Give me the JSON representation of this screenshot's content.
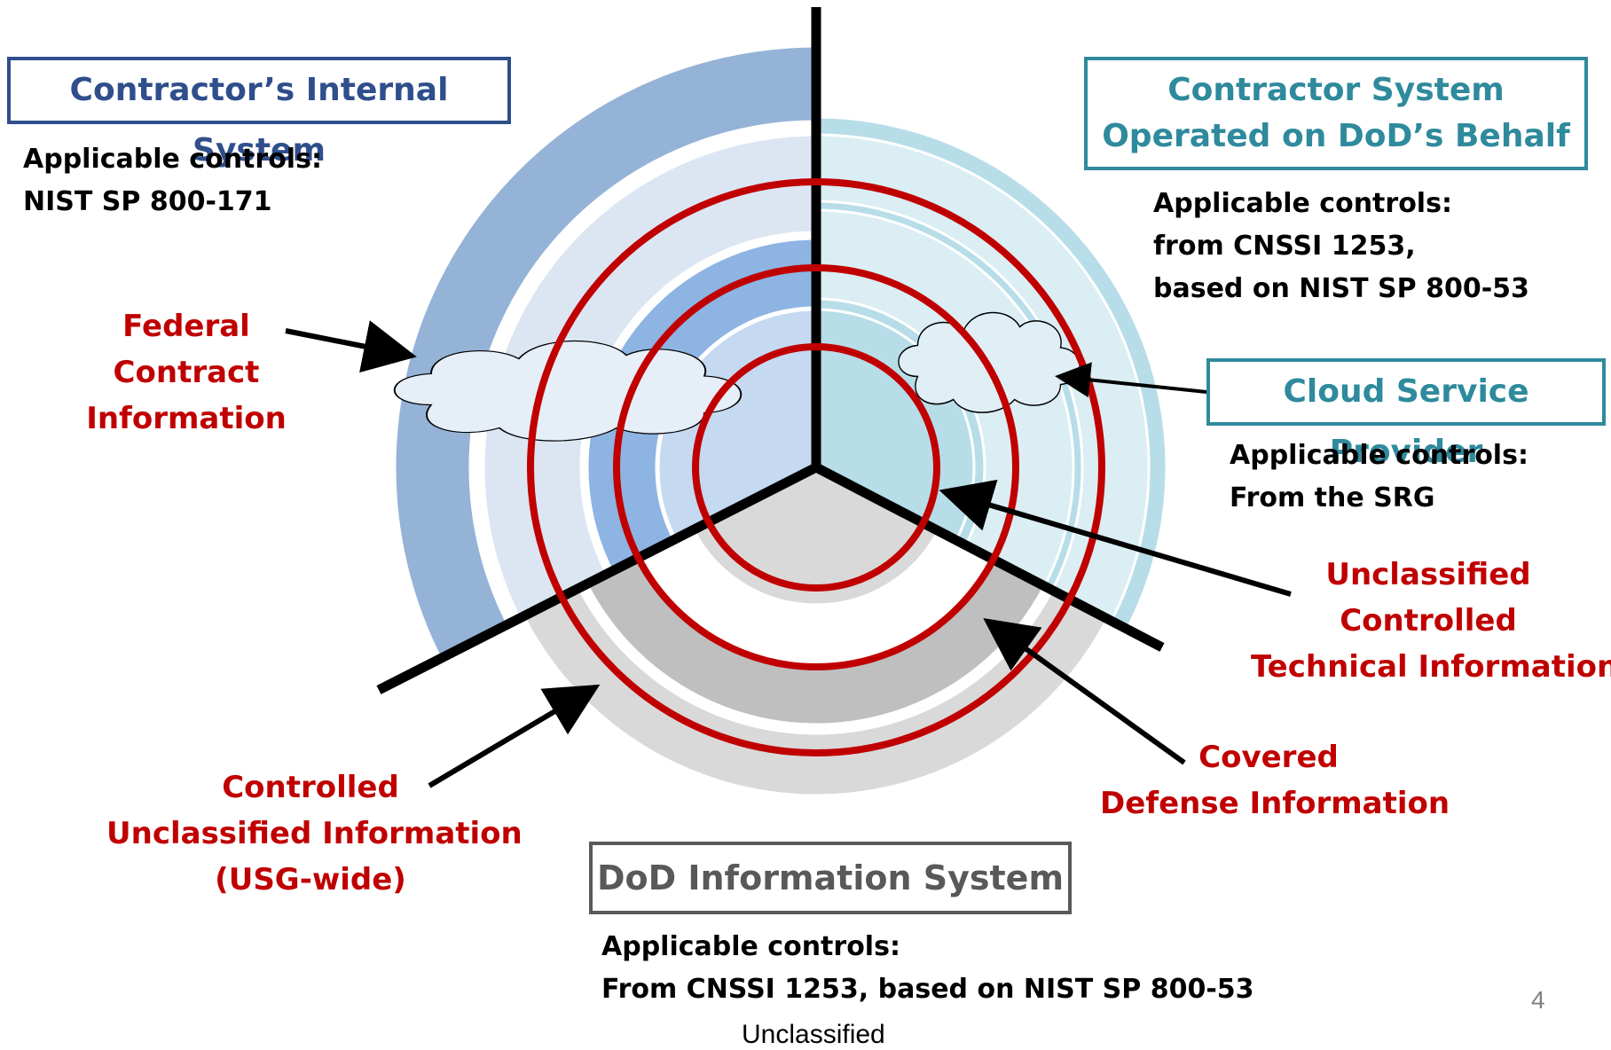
{
  "boxes": {
    "internal": {
      "title": "Contractor’s Internal System",
      "color": "#2f4e8c"
    },
    "contractor_dod": {
      "line1": "Contractor System",
      "line2": "Operated on DoD’s Behalf",
      "color": "#2e8a9c"
    },
    "cloud": {
      "title": "Cloud Service Provider",
      "color": "#2e8a9c"
    },
    "dod": {
      "title": "DoD Information System",
      "color": "#595959"
    }
  },
  "controls": {
    "internal": {
      "line1": "Applicable controls:",
      "line2": "NIST SP 800-171"
    },
    "contractor_dod": {
      "line1": "Applicable controls:",
      "line2": "from CNSSI 1253,",
      "line3": "based on NIST SP 800-53"
    },
    "cloud": {
      "line1": "Applicable controls:",
      "line2": "From the SRG"
    },
    "dod": {
      "line1": "Applicable controls:",
      "line2": "From CNSSI 1253, based on NIST SP 800-53"
    }
  },
  "info_labels": {
    "fci": {
      "line1": "Federal",
      "line2": "Contract",
      "line3": "Information"
    },
    "ucti": {
      "line1": "Unclassified",
      "line2": "Controlled",
      "line3": "Technical Information"
    },
    "cdi": {
      "line1": "Covered",
      "line2": "Defense Information"
    },
    "cui": {
      "line1": "Controlled",
      "line2": "Unclassified Information",
      "line3": "(USG-wide)"
    }
  },
  "page_number": "4",
  "classification": "Unclassified",
  "colors": {
    "red_ring": "#c00000",
    "blue_sector": "#95b3d7",
    "teal_sector": "#b7dde8",
    "gray_sector": "#d9d9d9",
    "divider": "#000000"
  }
}
